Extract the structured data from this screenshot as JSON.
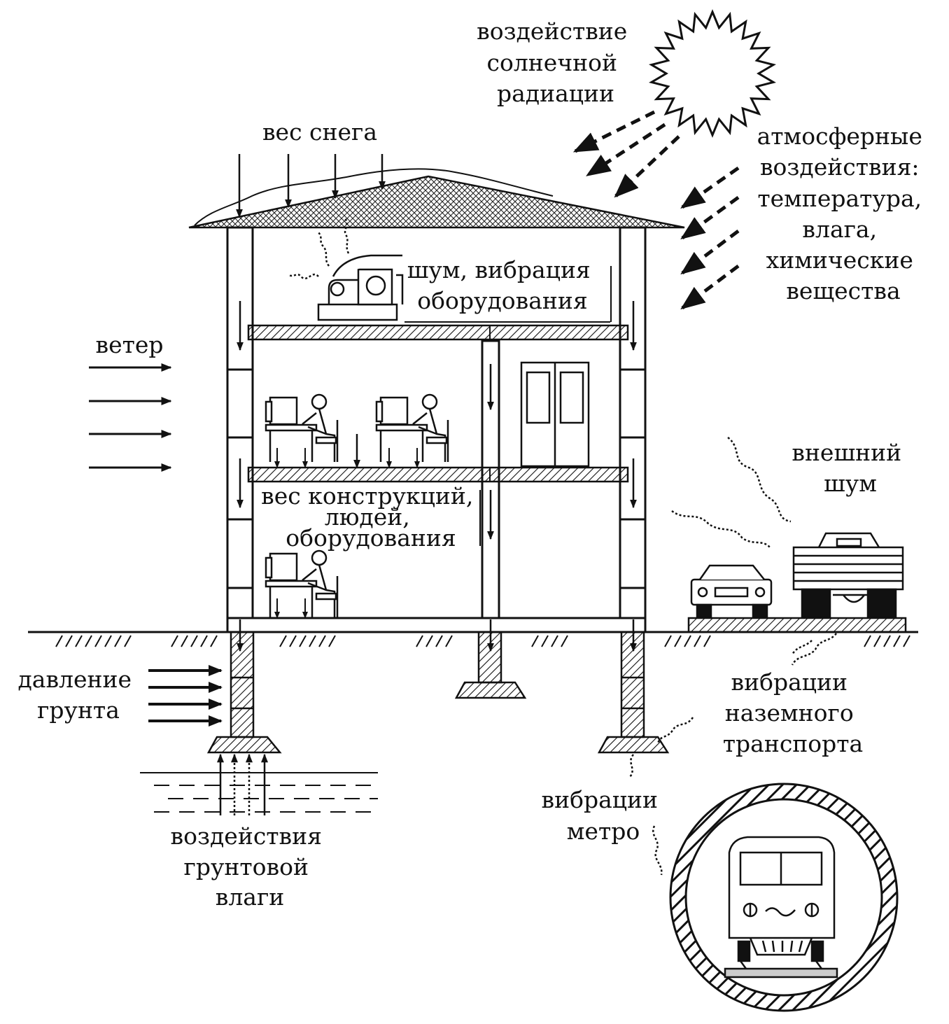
{
  "labels": {
    "solar": [
      "воздействие",
      "солнечной",
      "радиации"
    ],
    "snow": [
      "вес снега"
    ],
    "atmos": [
      "атмосферные",
      "воздействия:",
      "температура,",
      "влага,",
      "химические",
      "вещества"
    ],
    "equip_noise": [
      "шум, вибрация",
      "оборудования"
    ],
    "wind": [
      "ветер"
    ],
    "weight": [
      "вес конструкций,",
      "людей,",
      "оборудования"
    ],
    "ext_noise": [
      "внешний",
      "шум"
    ],
    "soil_pressure": [
      "давление",
      "грунта"
    ],
    "ground_transport": [
      "вибрации",
      "наземного",
      "транспорта"
    ],
    "metro": [
      "вибрации",
      "метро"
    ],
    "groundwater": [
      "воздействия",
      "грунтовой",
      "влаги"
    ]
  }
}
